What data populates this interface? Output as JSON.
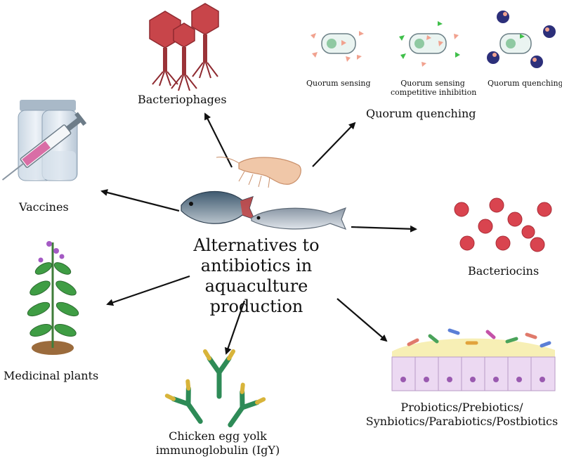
{
  "center": {
    "lines": [
      "Alternatives to",
      "antibiotics in",
      "aquaculture production"
    ]
  },
  "labels": {
    "bacteriophages": "Bacteriophages",
    "quorum_quenching": "Quorum quenching",
    "quorum_sensing": "Quorum sensing",
    "qs_inhibition_1": "Quorum sensing",
    "qs_inhibition_2": "competitive inhibition",
    "quorum_quenching_small": "Quorum quenching",
    "vaccines": "Vaccines",
    "bacteriocins": "Bacteriocins",
    "medicinal_plants": "Medicinal plants",
    "igy_1": "Chicken egg yolk",
    "igy_2": "immunoglobulin (IgY)",
    "probiotics_1": "Probiotics/Prebiotics/",
    "probiotics_2": "Synbiotics/Parabiotics/Postbiotics"
  },
  "colors": {
    "phage": "#c8454a",
    "bacteriocin": "#d9444f",
    "antibody_green": "#2e8b57",
    "antibody_yellow": "#d8b43a",
    "arrow": "#111111"
  }
}
